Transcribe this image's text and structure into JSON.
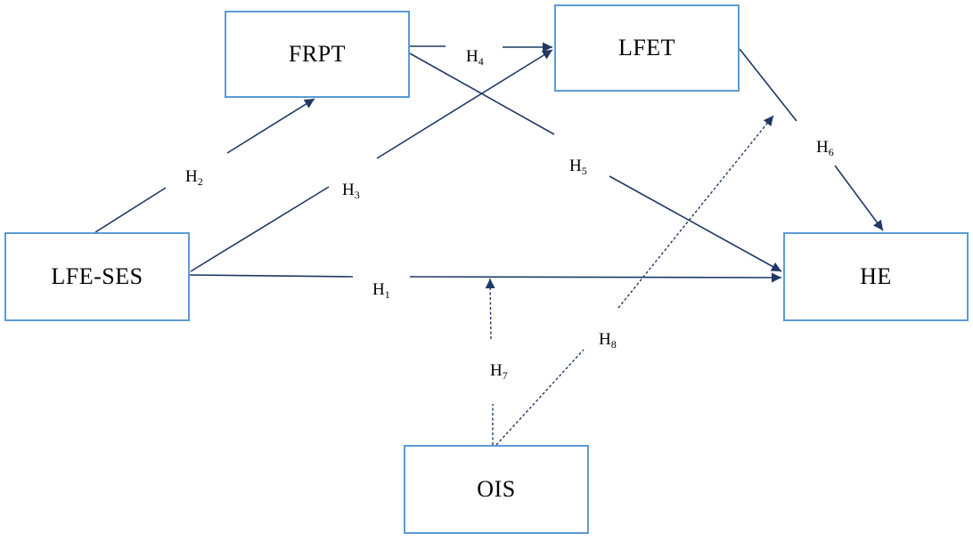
{
  "nodes": {
    "frpt": "FRPT",
    "lfet": "LFET",
    "lfe_ses": "LFE-SES",
    "he": "HE",
    "ois": "OIS"
  },
  "paths": [
    {
      "letter": "H",
      "index": "1"
    },
    {
      "letter": "H",
      "index": "2"
    },
    {
      "letter": "H",
      "index": "3"
    },
    {
      "letter": "H",
      "index": "4"
    },
    {
      "letter": "H",
      "index": "5"
    },
    {
      "letter": "H",
      "index": "6"
    },
    {
      "letter": "H",
      "index": "7"
    },
    {
      "letter": "H",
      "index": "8"
    }
  ],
  "colors": {
    "box_border": "#5b9bd5",
    "arrow": "#1f3864",
    "text": "#000000",
    "background": "#ffffff"
  }
}
